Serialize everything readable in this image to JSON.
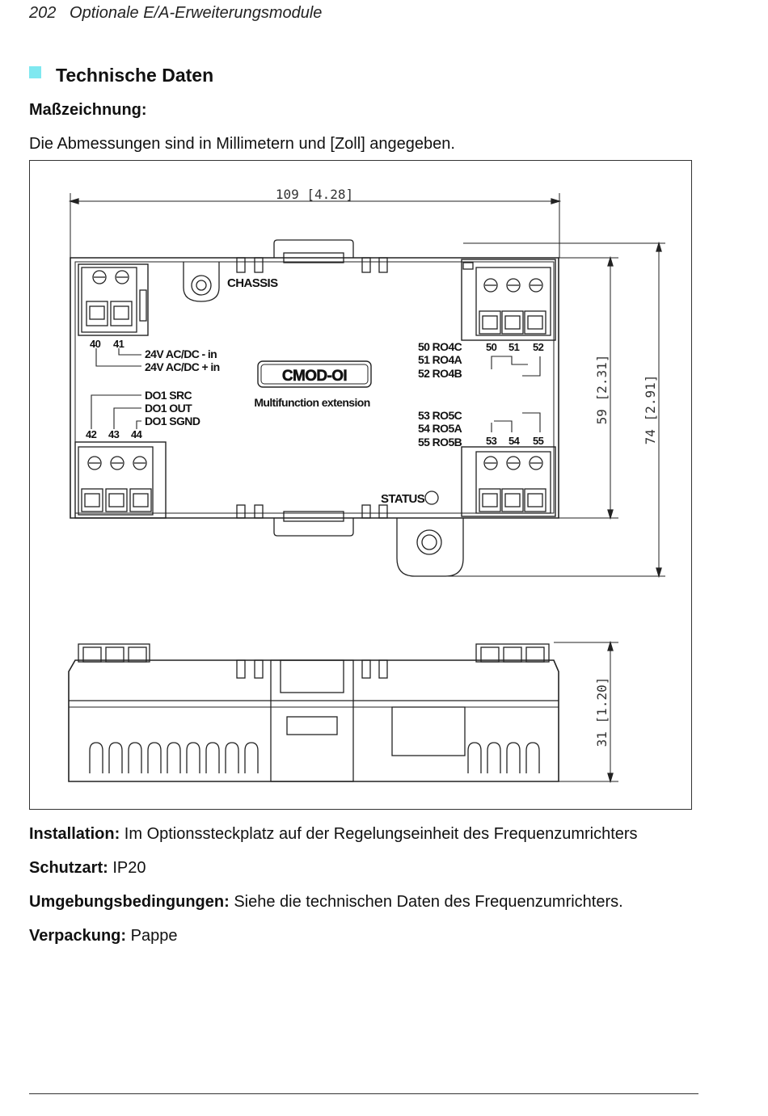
{
  "header": {
    "page_number": "202",
    "chapter": "Optionale E/A-Erweiterungsmodule"
  },
  "section": {
    "title": "Technische Daten"
  },
  "drawing": {
    "heading": "Maßzeichnung:",
    "intro": "Die Abmessungen sind in Millimetern und [Zoll] angegeben.",
    "dim_width": "109 [4.28]",
    "dim_height_inner": "59 [2.31]",
    "dim_height_outer": "74 [2.91]",
    "dim_depth": "31 [1.20]",
    "chassis": "CHASSIS",
    "module_name": "CMOD-OI",
    "module_desc": "Multifunction  extension",
    "status": "STATUS",
    "t40": "40",
    "t41": "41",
    "t42": "42",
    "t43": "43",
    "t44": "44",
    "supply_minus": "24V  AC/DC -  in",
    "supply_plus": "24V  AC/DC + in",
    "do1_src": "DO1 SRC",
    "do1_out": "DO1 OUT",
    "do1_sgnd": "DO1 SGND",
    "ro50": "50 RO4C",
    "ro51": "51 RO4A",
    "ro52": "52 RO4B",
    "ro53": "53 RO5C",
    "ro54": "54 RO5A",
    "ro55": "55 RO5B",
    "t50": "50",
    "t51": "51",
    "t52": "52",
    "t53": "53",
    "t54": "54",
    "t55": "55"
  },
  "specs": {
    "installation_label": "Installation:",
    "installation_value": " Im Optionssteckplatz auf der Regelungseinheit des Frequenzumrichters",
    "protection_label": "Schutzart:",
    "protection_value": " IP20",
    "environment_label": "Umgebungsbedingungen:",
    "environment_value": " Siehe die technischen Daten des Frequenzumrichters.",
    "packaging_label": "Verpackung:",
    "packaging_value": " Pappe"
  }
}
